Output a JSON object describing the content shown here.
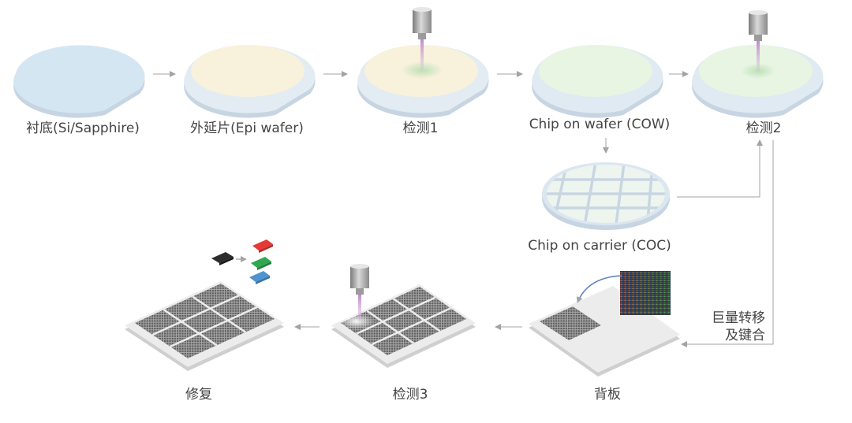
{
  "steps": {
    "substrate": "衬底(Si/Sapphire)",
    "epi": "外延片(Epi wafer)",
    "inspect1": "检测1",
    "cow": "Chip on wafer (COW)",
    "inspect2": "检测2",
    "coc": "Chip on carrier (COC)",
    "transfer_line1": "巨量转移",
    "transfer_line2": "及键合",
    "backplane": "背板",
    "inspect3": "检测3",
    "repair": "修复"
  },
  "colors": {
    "wafer_bare": "#d5e6f3",
    "wafer_epi": "#f8f1dc",
    "wafer_cow": "#e8f5e3",
    "wafer_edge": "#c7d5e2",
    "arrow": "#a3a3a3",
    "led_red": "#e53935",
    "led_green": "#2fa84f",
    "led_blue": "#4f93d0",
    "led_black": "#2d2d2d"
  },
  "icons": [
    "inspection-probe-icon",
    "led-chip-icon",
    "pixel-array-icon"
  ]
}
